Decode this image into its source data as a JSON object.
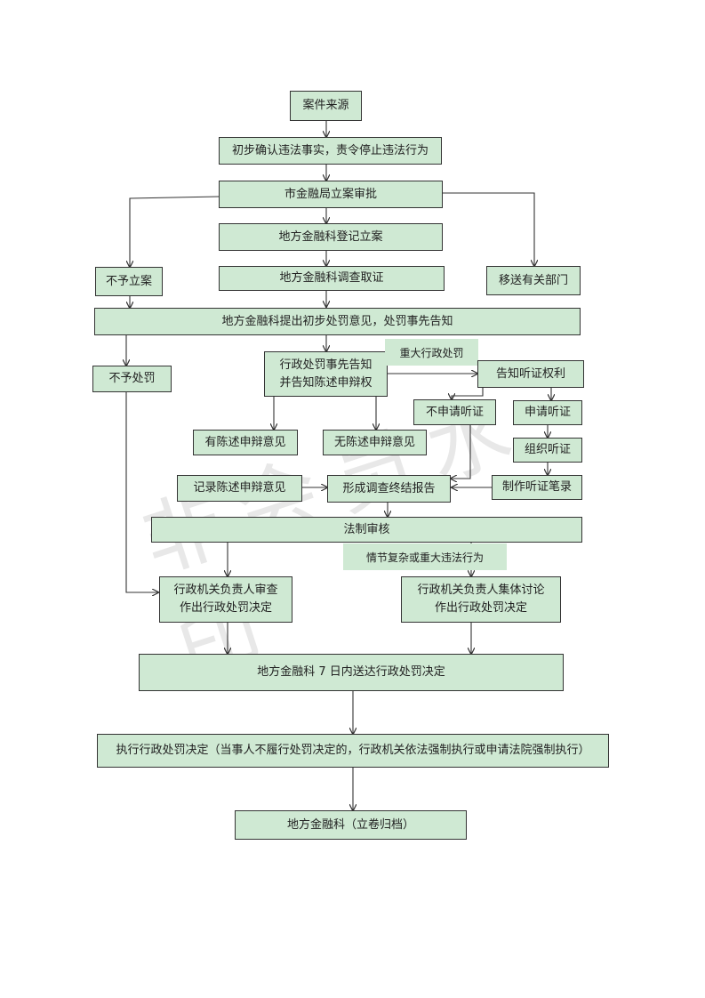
{
  "nodes": {
    "source": "案件来源",
    "confirm": "初步确认违法事实，责令停止违法行为",
    "approve": "市金融局立案审批",
    "register": "地方金融科登记立案",
    "investigate": "地方金融科调查取证",
    "no_case": "不予立案",
    "transfer": "移送有关部门",
    "propose": "地方金融科提出初步处罚意见，处罚事先告知",
    "no_penalty": "不予处罚",
    "notice": "行政处罚事先告知\n并告知陈述申辩权",
    "hearing_right": "告知听证权利",
    "no_hearing": "不申请听证",
    "apply_hearing": "申请听证",
    "has_statement": "有陈述申辩意见",
    "no_statement": "无陈述申辩意见",
    "organize_hearing": "组织听证",
    "record_statement": "记录陈述申辩意见",
    "final_report": "形成调查终结报告",
    "hearing_record": "制作听证笔录",
    "legal_review": "法制审核",
    "head_decision": "行政机关负责人审查\n作出行政处罚决定",
    "collective_decision": "行政机关负责人集体讨论\n作出行政处罚决定",
    "deliver": "地方金融科 7 日内送达行政处罚决定",
    "execute": "执行行政处罚决定（当事人不履行处罚决定的，行政机关依法强制执行或申请法院强制执行）",
    "archive": "地方金融科（立卷归档）"
  },
  "labels": {
    "major_penalty": "重大行政处罚",
    "complex_case": "情节复杂或重大违法行为"
  },
  "watermark": "非会员水印",
  "colors": {
    "box_fill": "#cfe9d3",
    "line": "#333333"
  }
}
